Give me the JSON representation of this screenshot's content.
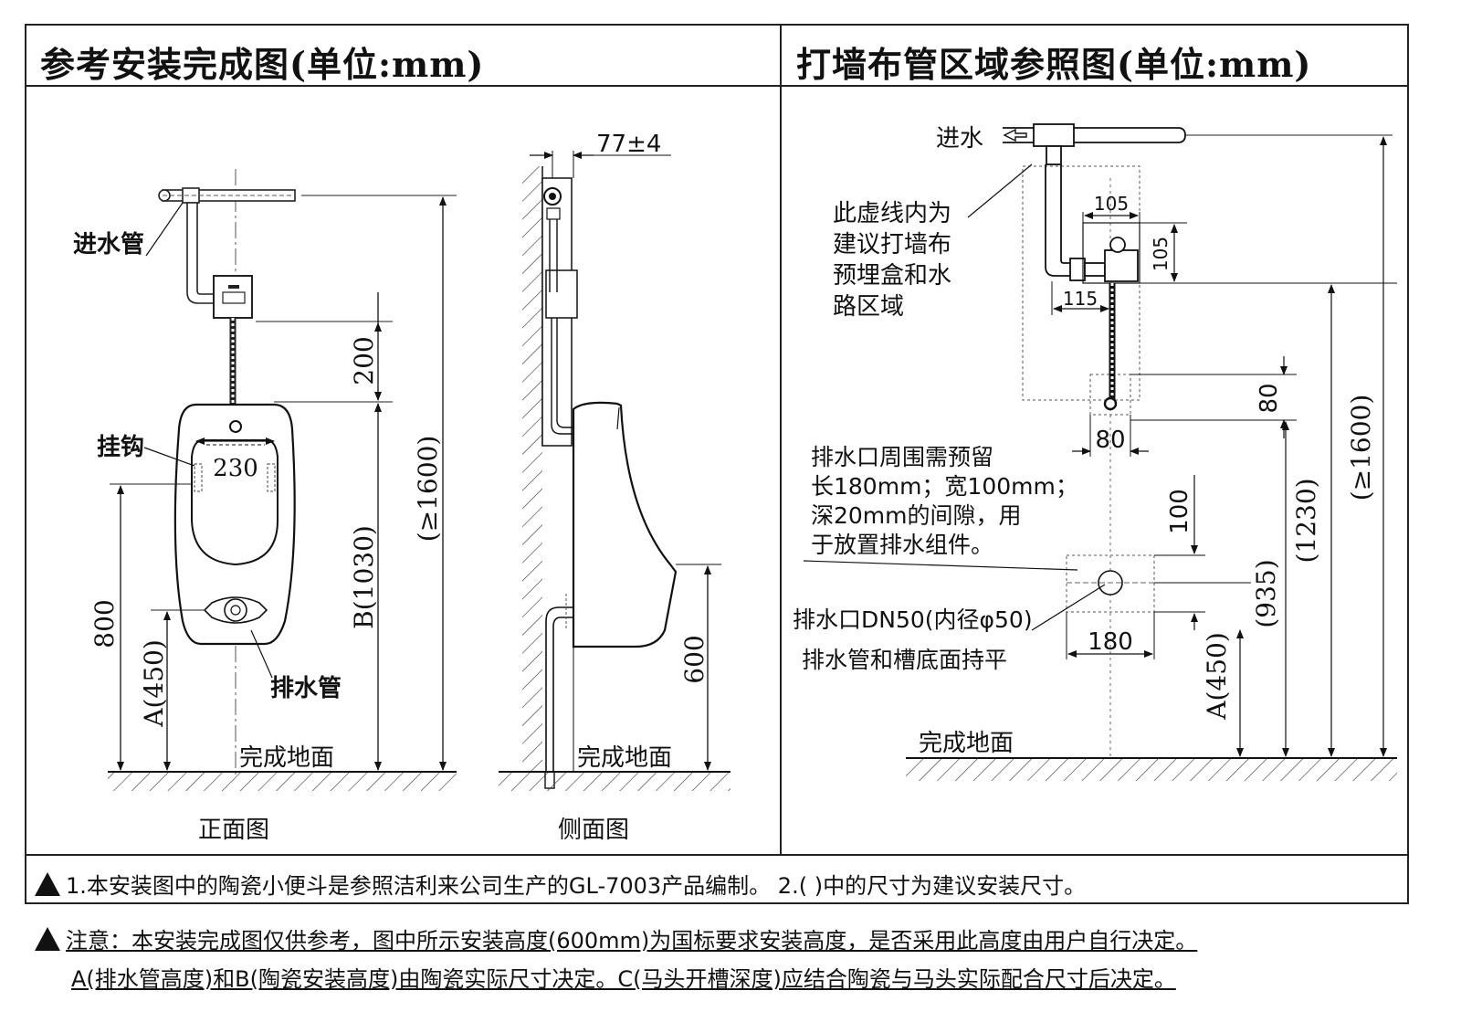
{
  "panels": {
    "left_title": "参考安装完成图(单位:mm)",
    "right_title": "打墙布管区域参照图(单位:mm)"
  },
  "front_view": {
    "caption": "正面图",
    "inlet_pipe_label": "进水管",
    "hook_label": "挂钩",
    "drain_pipe_label": "排水管",
    "floor_label": "完成地面",
    "width_dim": "230",
    "dim_200": "200",
    "dim_800": "800",
    "dim_A": "A(450)",
    "dim_B": "B(1030)",
    "dim_1600": "(≥1600)"
  },
  "side_view": {
    "caption": "侧面图",
    "depth_dim": "77±4",
    "dim_600": "600",
    "floor_label": "完成地面"
  },
  "wall_view": {
    "inlet_label": "进水",
    "zone_note": [
      "此虚线内为",
      "建议打墙布",
      "预埋盒和水",
      "路区域"
    ],
    "dim_105_h": "105",
    "dim_105_v": "105",
    "dim_115": "115",
    "dim_80_v": "80",
    "dim_80_h": "80",
    "drain_note": [
      "排水口周围需预留",
      "长180mm；宽100mm；",
      "深20mm的间隙，用",
      "于放置排水组件。"
    ],
    "dim_100": "100",
    "drain_outlet_label": "排水口DN50(内径φ50)",
    "drain_level_label": "排水管和槽底面持平",
    "dim_180": "180",
    "dim_A": "A(450)",
    "dim_935": "(935)",
    "dim_1230": "(1230)",
    "dim_1600": "(≥1600)",
    "floor_label": "完成地面"
  },
  "notes": {
    "line1": "1.本安装图中的陶瓷小便斗是参照洁利来公司生产的GL-7003产品编制。 2.( )中的尺寸为建议安装尺寸。",
    "line2": "注意：本安装完成图仅供参考，图中所示安装高度(600mm)为国标要求安装高度，是否采用此高度由用户自行决定。",
    "line3": "A(排水管高度)和B(陶瓷安装高度)由陶瓷实际尺寸决定。C(马头开槽深度)应结合陶瓷与马头实际配合尺寸后决定。"
  }
}
